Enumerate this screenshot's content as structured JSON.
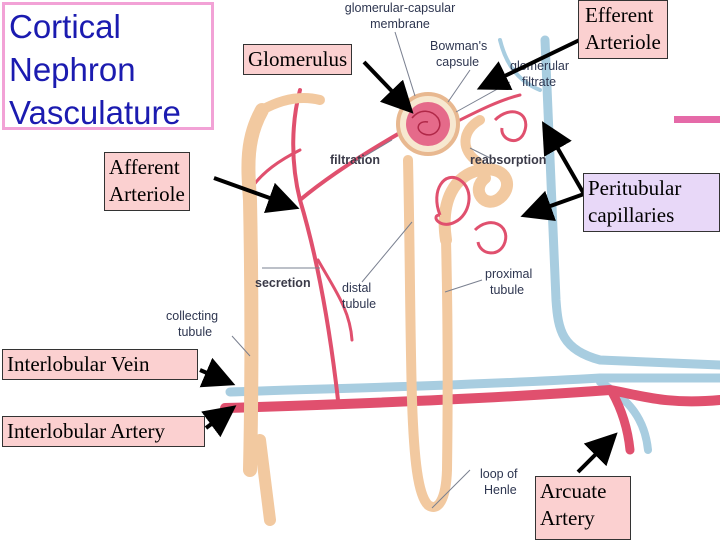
{
  "title": [
    "Cortical",
    "Nephron",
    "Vasculature"
  ],
  "callouts": {
    "glomerulus": "Glomerulus",
    "efferent_arteriole": [
      "Efferent",
      "Arteriole"
    ],
    "afferent_arteriole": [
      "Afferent",
      "Arteriole"
    ],
    "peritubular_capillaries": [
      "Peritubular",
      "capillaries"
    ],
    "interlobular_vein": "Interlobular Vein",
    "interlobular_artery": "Interlobular Artery",
    "arcuate_artery": [
      "Arcuate",
      "Artery"
    ]
  },
  "figure_labels": {
    "membrane": [
      "glomerular-capsular",
      "membrane"
    ],
    "bowmans_capsule": [
      "Bowman's",
      "capsule"
    ],
    "glomerular_filtrate": [
      "glomerular",
      "filtrate"
    ],
    "filtration": "filtration",
    "reabsorption": "reabsorption",
    "secretion": "secretion",
    "distal_tubule": [
      "distal",
      "tubule"
    ],
    "proximal_tubule": [
      "proximal",
      "tubule"
    ],
    "collecting_tubule": [
      "collecting",
      "tubule"
    ],
    "loop_of_henle": [
      "loop of",
      "Henle"
    ]
  },
  "colors": {
    "artery": "#e0506e",
    "vein": "#a8cde0",
    "tubule": "#f2c9a0",
    "callout_pink": "#fbd0d0",
    "callout_lavender": "#e8d8f8",
    "title_text": "#1b1bb0",
    "title_border": "#f2a2d6"
  }
}
